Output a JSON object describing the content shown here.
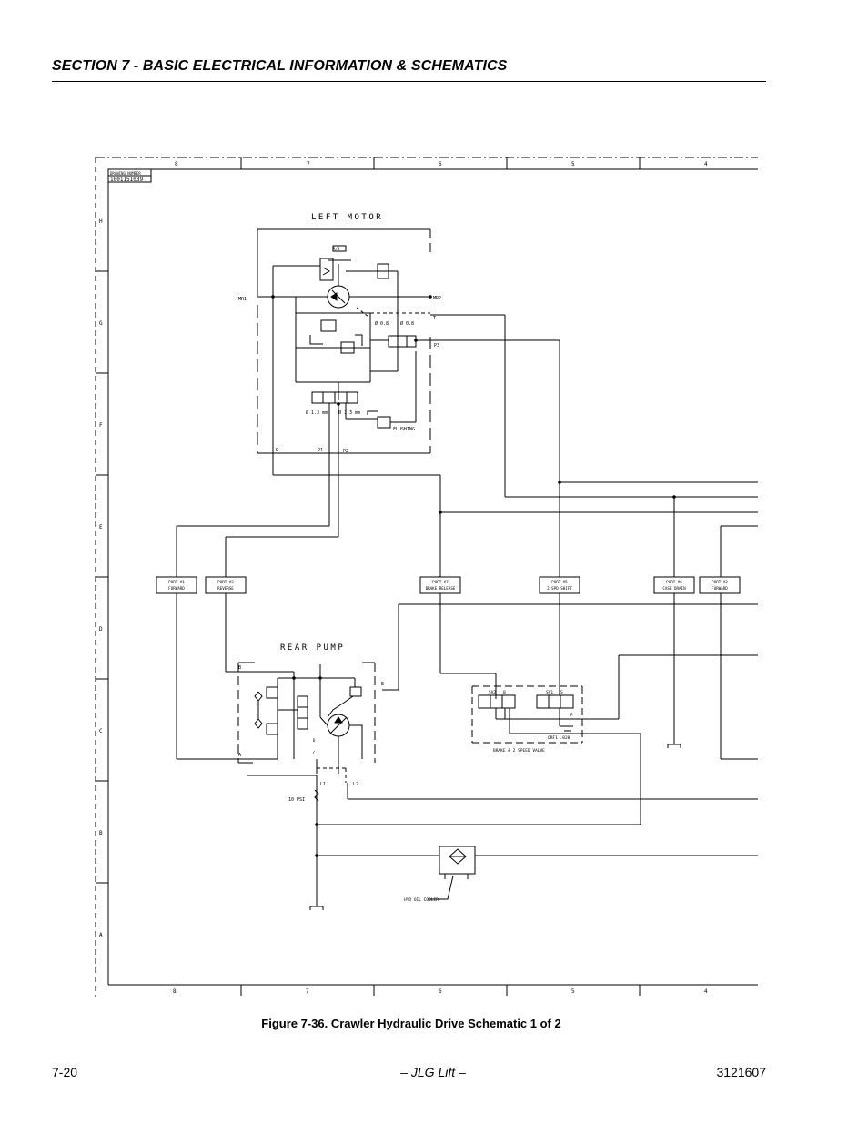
{
  "header": {
    "section_title": "SECTION 7 - BASIC ELECTRICAL INFORMATION & SCHEMATICS"
  },
  "schematic": {
    "drawing_number_label": "DRAWING NUMBER",
    "drawing_number": "1001151039",
    "column_labels": [
      "8",
      "7",
      "6",
      "5",
      "4"
    ],
    "row_labels": [
      "H",
      "G",
      "F",
      "E",
      "D",
      "C",
      "B",
      "A"
    ],
    "left_motor": {
      "title": "LEFT MOTOR",
      "port_mr1": "MR1",
      "port_mr2": "MR2",
      "port_p": "P",
      "port_p1": "P1",
      "port_p2": "P2",
      "port_t": "T",
      "port_p3": "P3",
      "orifice_a": "Ø 0.8",
      "orifice_b": "Ø 0.8",
      "orifice_c": "Ø 1.3 mm",
      "orifice_d": "Ø 1.3 mm",
      "flushing": "FLUSHING",
      "valve_tag": "R/S"
    },
    "ports": [
      {
        "line1": "PORT #1",
        "line2": "FORWARD"
      },
      {
        "line1": "PORT #3",
        "line2": "REVERSE"
      },
      {
        "line1": "PORT #7",
        "line2": "BRAKE RELEASE"
      },
      {
        "line1": "PORT #5",
        "line2": "2-SPD SHIFT"
      },
      {
        "line1": "PORT #6",
        "line2": "CASE DRAIN"
      },
      {
        "line1": "PORT #2",
        "line2": "FORWARD"
      }
    ],
    "rear_pump": {
      "title": "REAR PUMP",
      "port_b": "B",
      "port_a": "A",
      "port_e": "E",
      "port_d": "D",
      "port_c": "C",
      "port_l1": "L1",
      "port_l2": "L2"
    },
    "relief_valve": "10 PSI",
    "brake_valve": {
      "label": "BRAKE & 2 SPEED VALVE",
      "sv2": "SV2",
      "sv1": "SV1",
      "b": "B",
      "s": "S",
      "p": "P",
      "orifice": "ORF1 .020"
    },
    "oil_cooler": "HYD OIL COOLER"
  },
  "caption": "Figure 7-36.  Crawler Hydraulic Drive Schematic 1 of 2",
  "footer": {
    "page": "7-20",
    "center": "– JLG Lift –",
    "doc_number": "3121607"
  }
}
